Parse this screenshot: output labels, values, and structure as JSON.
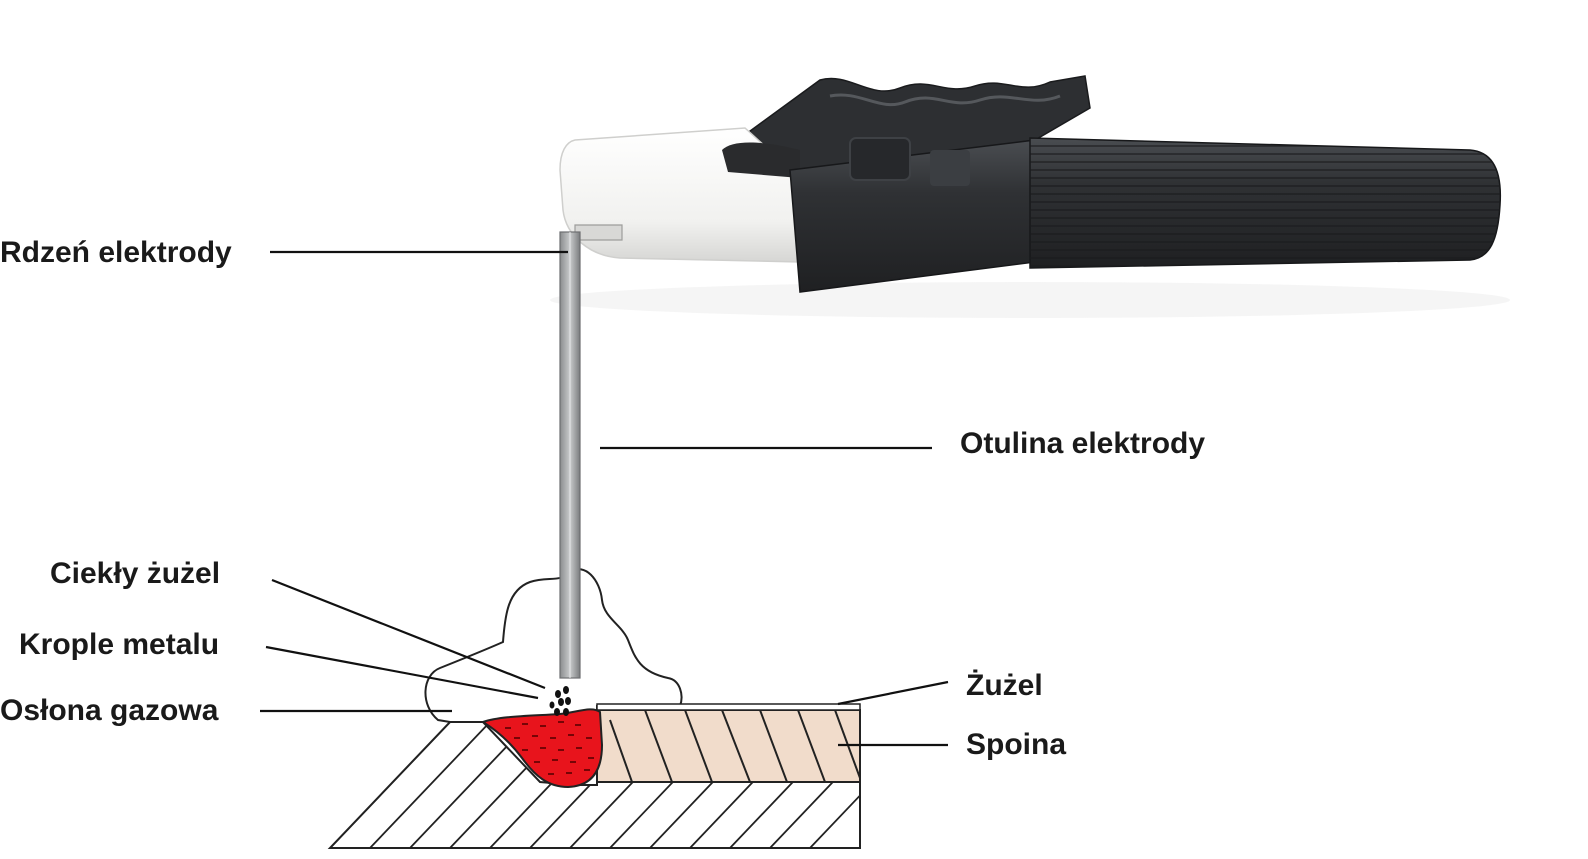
{
  "labels": {
    "electrode_core": "Rdzeń elektrody",
    "electrode_coating": "Otulina elektrody",
    "liquid_slag": "Ciekły żużel",
    "metal_drops": "Krople metalu",
    "gas_shield": "Osłona gazowa",
    "slag": "Żużel",
    "weld": "Spoina"
  },
  "colors": {
    "weld_pool": "#e8141c",
    "weld_bead": "#f1dccb",
    "handle": "#2e3033",
    "holder_cap": "#f4f4f2",
    "label_text": "#1a1a1a"
  }
}
